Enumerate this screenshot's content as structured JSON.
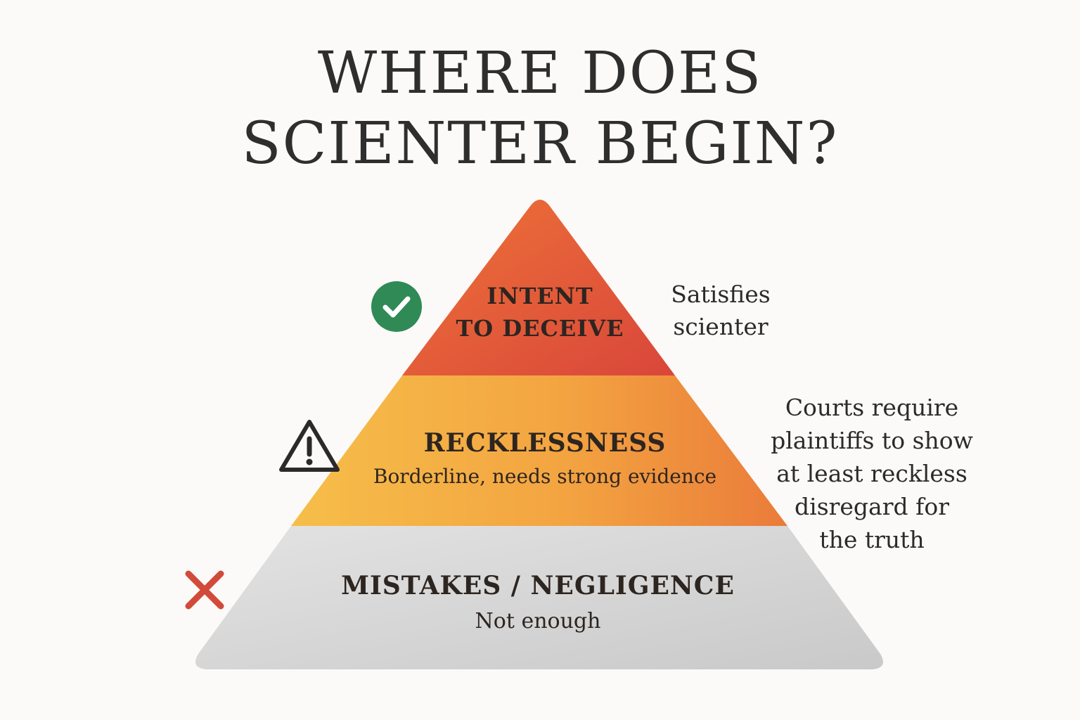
{
  "title": {
    "line1": "WHERE DOES",
    "line2": "SCIENTER BEGIN?"
  },
  "tiers": {
    "intent": {
      "line1": "INTENT",
      "line2": "TO DECEIVE",
      "status_icon": "check-icon",
      "colors": [
        "#e2532f",
        "#f08a3a"
      ]
    },
    "recklessness": {
      "heading": "RECKLESSNESS",
      "subtext": "Borderline, needs strong evidence",
      "status_icon": "warning-icon",
      "colors": [
        "#f6b347",
        "#f08a3a"
      ]
    },
    "mistakes": {
      "heading": "MISTAKES / NEGLIGENCE",
      "subtext": "Not enough",
      "status_icon": "cross-icon",
      "colors": [
        "#dedede",
        "#cfcfcf"
      ]
    }
  },
  "notes": {
    "satisfies": {
      "line1": "Satisfies",
      "line2": "scienter"
    },
    "courts": {
      "line1": "Courts require",
      "line2": "plaintiffs to show",
      "line3": "at least reckless",
      "line4": "disregard for",
      "line5": "the truth"
    }
  },
  "icon_colors": {
    "check": "#2f8a55",
    "warning": "#2a2a2a",
    "cross": "#d24a3a"
  }
}
